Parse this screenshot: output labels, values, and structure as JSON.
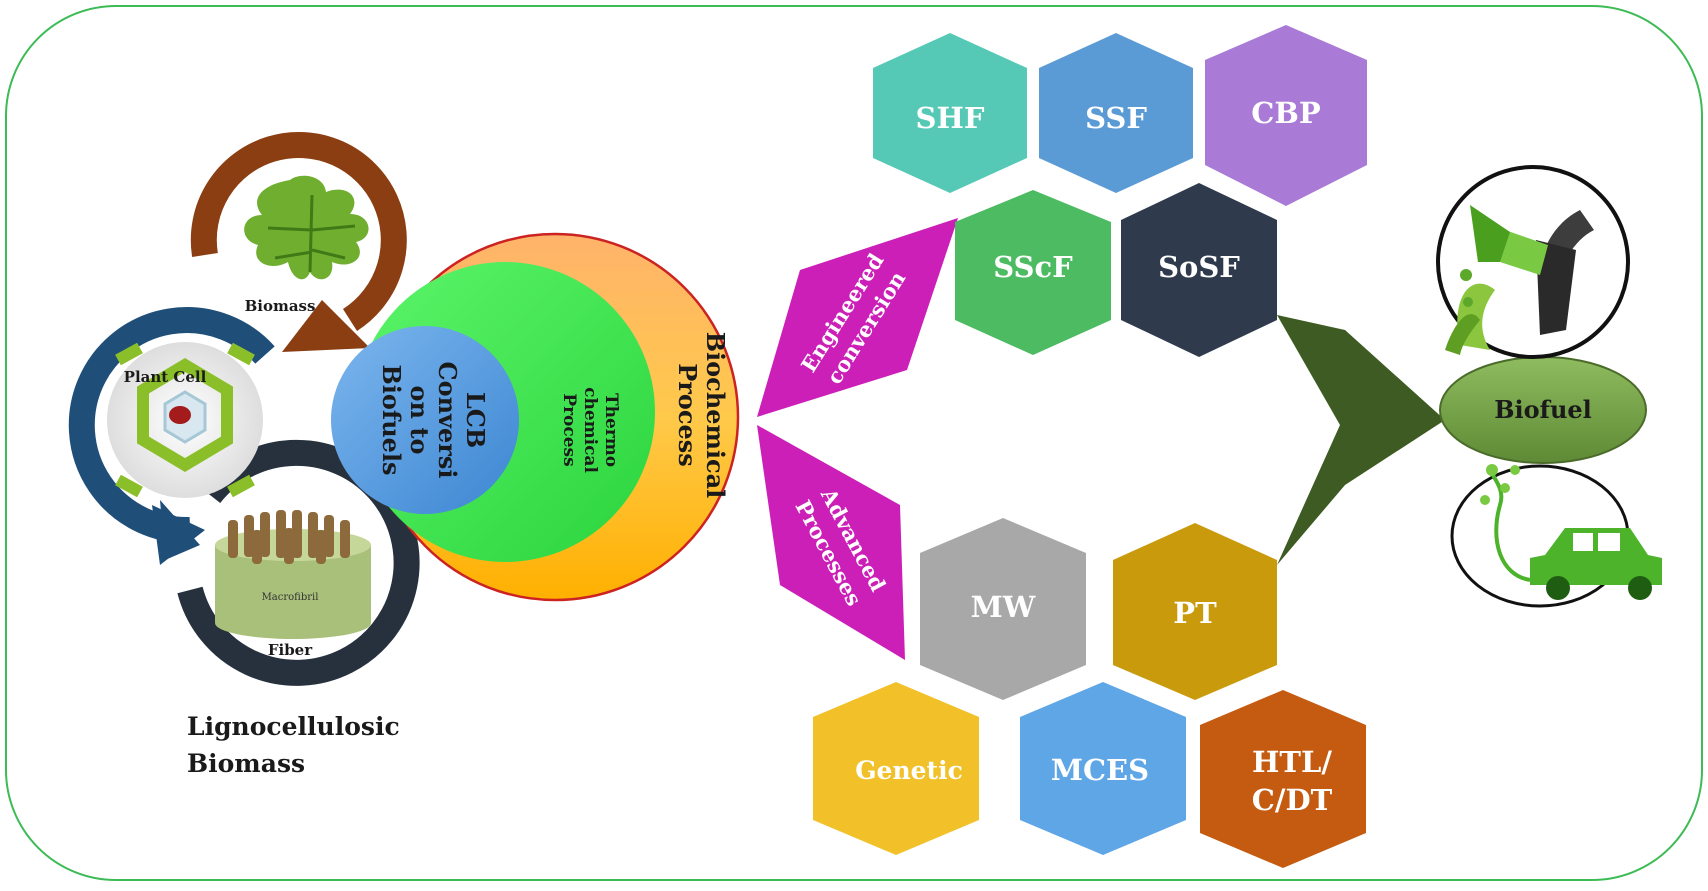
{
  "left_cycle": {
    "biomass_label": "Biomass",
    "plant_cell_label": "Plant Cell",
    "fiber_label": "Fiber",
    "macrofibril_label": "Macrofibril",
    "title_line1": "Lignocellulosic",
    "title_line2": "Biomass"
  },
  "circles": {
    "inner": [
      "LCB",
      "Conversi",
      "on to",
      "Biofuels"
    ],
    "middle": [
      "Thermo",
      "chemical",
      "Process"
    ],
    "outer": [
      "Biochemical",
      "Process"
    ]
  },
  "branches": {
    "top": [
      "Engineered",
      "conversion"
    ],
    "bottom": [
      "Advanced",
      "Processes"
    ]
  },
  "hexagons": {
    "top_row": [
      "SHF",
      "SSF",
      "CBP"
    ],
    "second_row": [
      "SScF",
      "SoSF"
    ],
    "lower_row": [
      "MW",
      "PT"
    ],
    "bottom_row": [
      "Genetic",
      "MCES",
      "HTL/",
      "C/DT"
    ]
  },
  "output": {
    "label": "Biofuel"
  },
  "colors": {
    "frame": "#3dbb55",
    "SHF": "#55c9b6",
    "SSF": "#5b9bd5",
    "CBP": "#a97ad6",
    "SScF": "#4cbb62",
    "SoSF": "#2f3b4c",
    "MW": "#a8a8a8",
    "PT": "#c99a0c",
    "Genetic": "#f2c12a",
    "MCES": "#5fa6e6",
    "HTL": "#c55a11",
    "branch": "#cc1fb8",
    "arrow": "#3d5b22",
    "biofuel": "#7aa351"
  }
}
